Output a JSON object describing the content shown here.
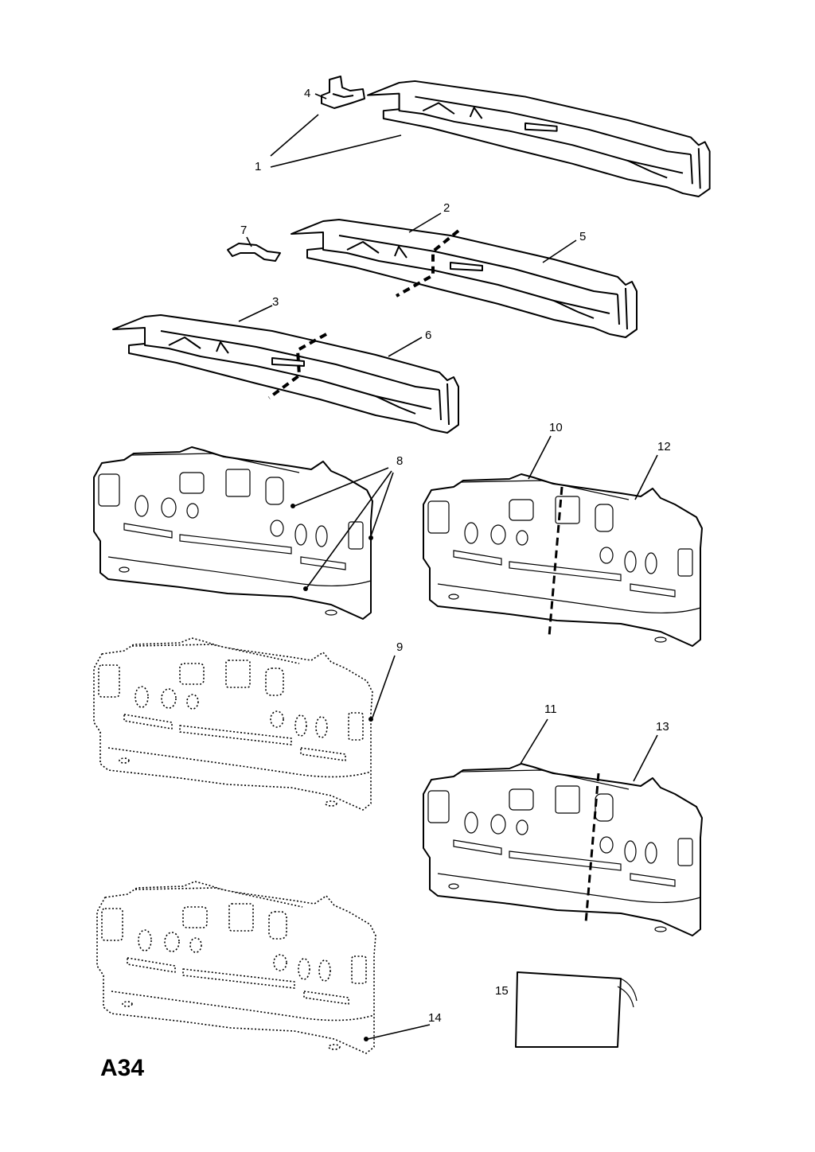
{
  "diagram": {
    "page_code": "A34",
    "part_labels": [
      "1",
      "2",
      "3",
      "4",
      "5",
      "6",
      "7",
      "8",
      "9",
      "10",
      "11",
      "12",
      "13",
      "14",
      "15"
    ]
  }
}
